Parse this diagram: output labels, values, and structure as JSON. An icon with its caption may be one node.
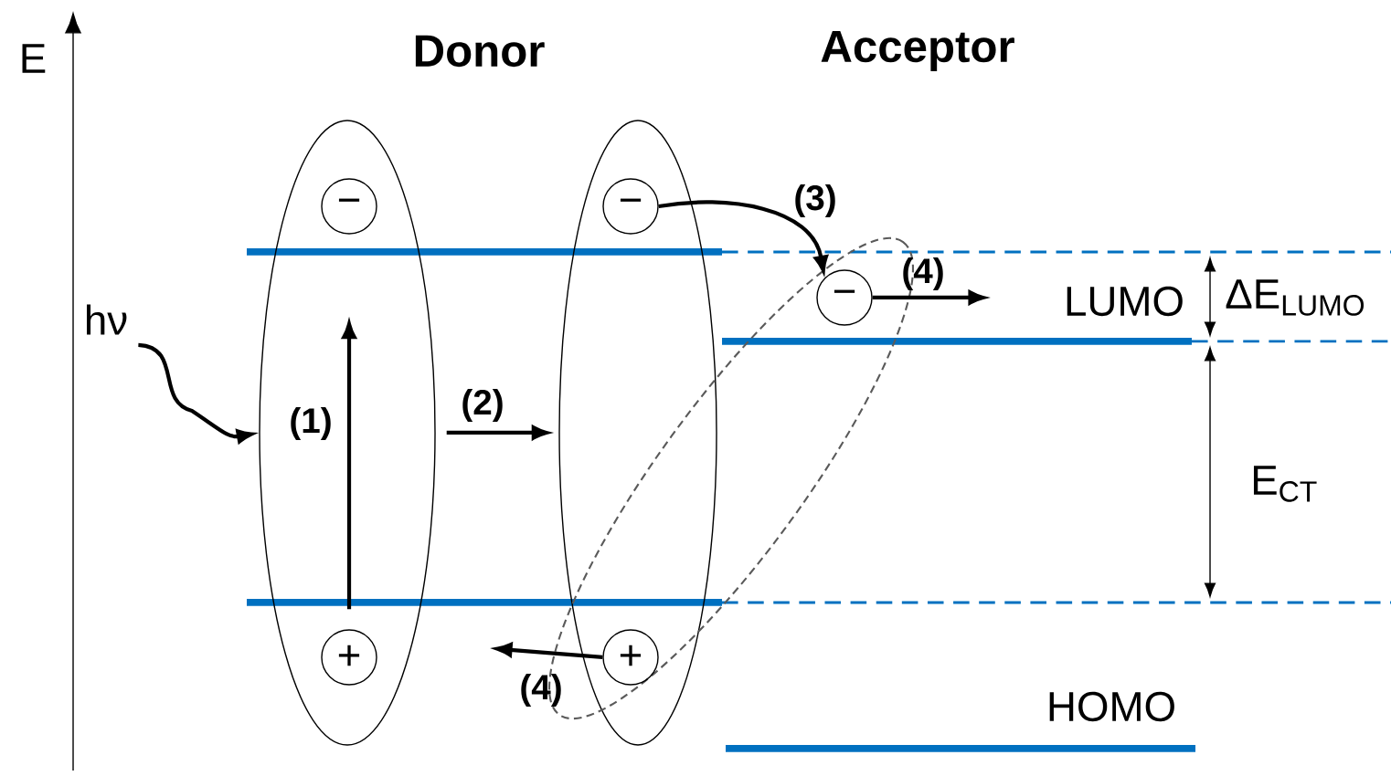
{
  "diagram": {
    "nodes": [
      {
        "text": [],
        "shape": "ellipse"
      },
      {
        "text": [
          "−"
        ],
        "in": 0
      },
      {
        "text": [
          "+"
        ],
        "in": 0
      },
      {
        "text": [],
        "shape": "ellipse"
      },
      {
        "text": [
          "−"
        ],
        "in": 3
      },
      {
        "text": [],
        "shape": "ellipse"
      },
      {
        "text": [
          "−"
        ],
        "in": 5
      },
      {
        "text": [
          "+"
        ]
      },
      {
        "text": [
          "hν"
        ]
      }
    ],
    "edges": [
      {
        "from": 8,
        "to": 0,
        "arrow": "to"
      },
      {
        "from": 2,
        "to": 1,
        "arrow": "to",
        "label": "(1)"
      },
      {
        "from": 0,
        "to": 3,
        "arrow": "to",
        "label": "(2)"
      },
      {
        "from": 4,
        "to": 6,
        "arrow": "to",
        "label": "(3)"
      },
      {
        "from": 6,
        "to": null,
        "arrow": "to",
        "label": "(4)"
      },
      {
        "from": 7,
        "to": null,
        "arrow": "to",
        "label": "(4)"
      }
    ],
    "labels": [
      "E",
      "Donor",
      "Acceptor",
      "LUMO",
      "ΔE$_{LUMO}$",
      "E$_{CT}$",
      "HOMO"
    ]
  }
}
